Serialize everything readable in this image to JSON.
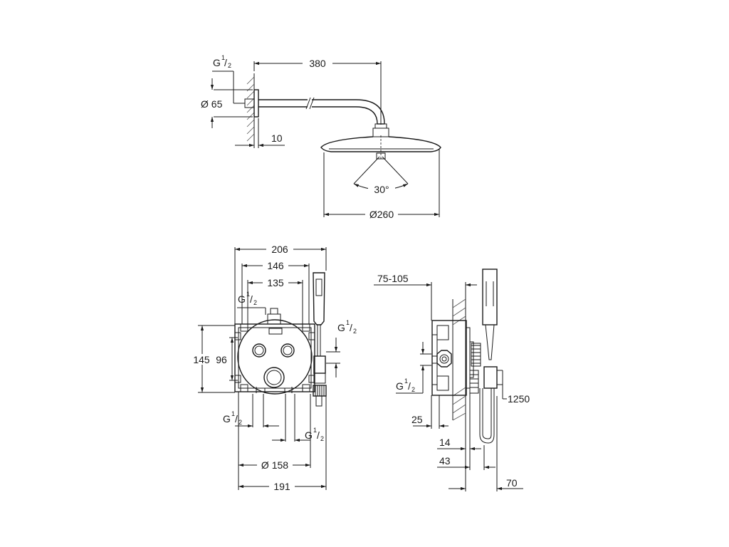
{
  "top_view": {
    "dims": {
      "arm_length": "380",
      "thread_main": "G",
      "thread_num": "1",
      "thread_den": "2",
      "flange_diameter": "Ø 65",
      "wall_offset": "10",
      "spray_angle": "30°",
      "head_diameter": "Ø260"
    }
  },
  "front_view": {
    "dims": {
      "overall_width": "206",
      "plate_width": "146",
      "fixing_width": "135",
      "overall_height": "145",
      "fixing_height": "96",
      "plate_diameter": "Ø 158",
      "bottom_width": "191"
    },
    "threads": [
      {
        "main": "G",
        "num": "1",
        "den": "2"
      },
      {
        "main": "G",
        "num": "1",
        "den": "2"
      },
      {
        "main": "G",
        "num": "1",
        "den": "2"
      },
      {
        "main": "G",
        "num": "1",
        "den": "2"
      }
    ]
  },
  "side_view": {
    "dims": {
      "install_depth": "75-105",
      "thread_main": "G",
      "thread_num": "1",
      "thread_den": "2",
      "hose_length": "1250",
      "depth_25": "25",
      "depth_14": "14",
      "depth_43": "43",
      "depth_70": "70"
    }
  }
}
